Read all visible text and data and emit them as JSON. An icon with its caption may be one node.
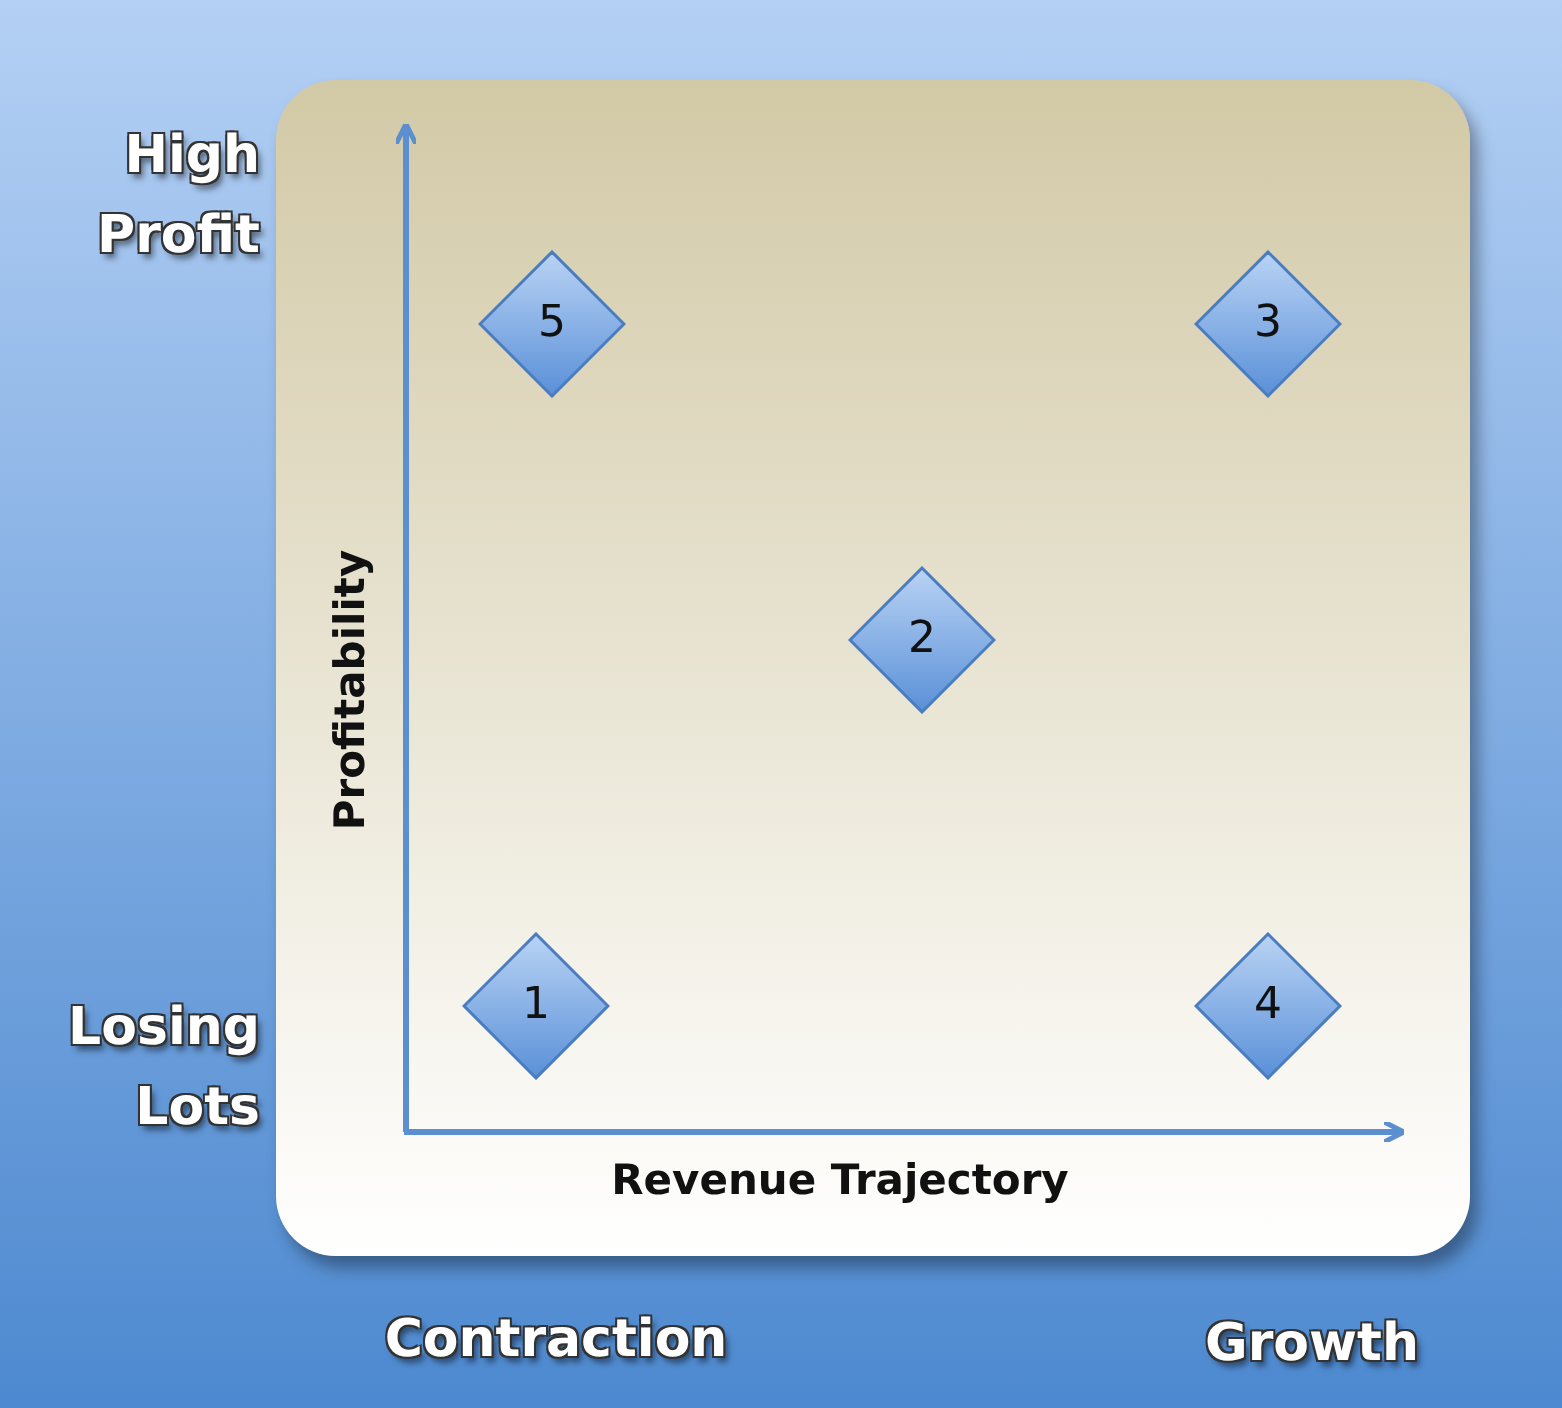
{
  "diagram": {
    "nodes": [
      {
        "text": [
          "5"
        ]
      },
      {
        "text": [
          "3"
        ]
      },
      {
        "text": [
          "2"
        ]
      },
      {
        "text": [
          "1"
        ]
      },
      {
        "text": [
          "4"
        ]
      }
    ],
    "labels": [
      "High Profit",
      "Profitability",
      "Losing Lots",
      "Revenue Trajectory",
      "Contraction",
      "Growth"
    ]
  }
}
